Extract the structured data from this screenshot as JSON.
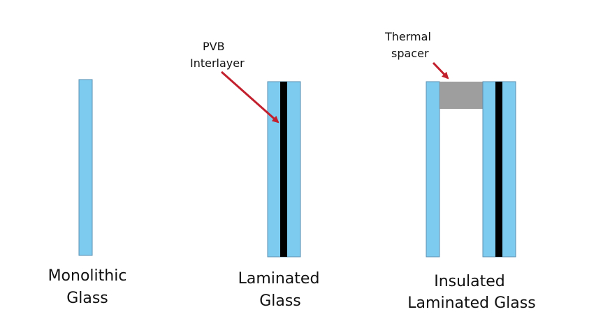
{
  "colors": {
    "glass": "#7ecbf0",
    "glass_edge": "#5a8fb0",
    "interlayer": "#000000",
    "spacer": "#9e9e9e",
    "arrow": "#c3202e",
    "text": "#111111"
  },
  "diagrams": {
    "monolithic": {
      "caption_line1": "Monolithic",
      "caption_line2": "Glass"
    },
    "laminated": {
      "caption_line1": "Laminated",
      "caption_line2": "Glass",
      "callout_line1": "PVB",
      "callout_line2": "Interlayer"
    },
    "insulated": {
      "caption_line1": "Insulated",
      "caption_line2": "Laminated Glass",
      "callout_line1": "Thermal",
      "callout_line2": "spacer"
    }
  }
}
